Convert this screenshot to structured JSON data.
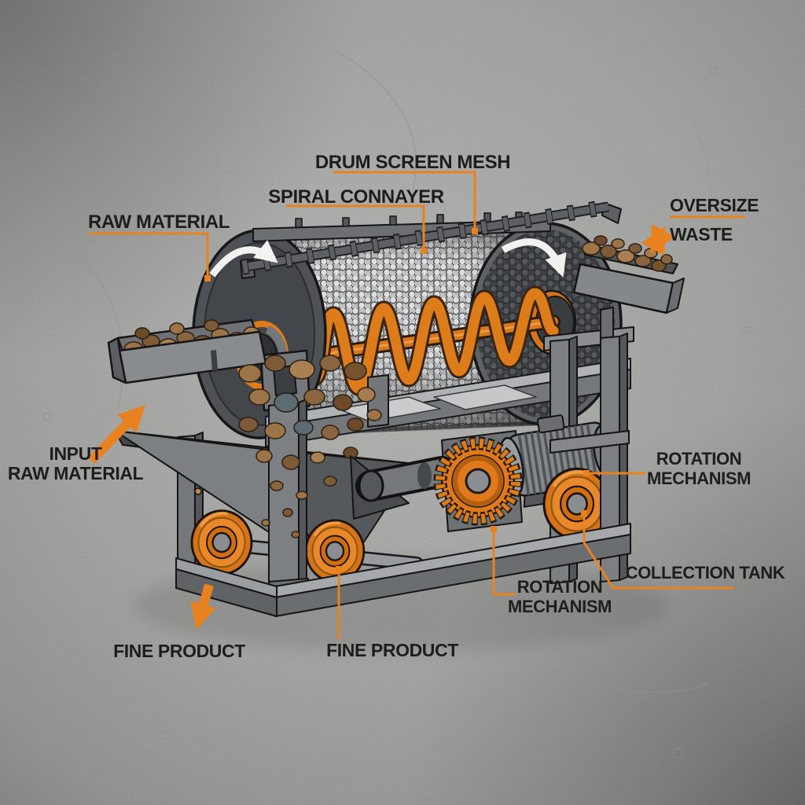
{
  "diagram": {
    "labels": {
      "drum_screen_mesh": "DRUM SCREEN MESH",
      "spiral_conveyor": "SPIRAL CONNAYER",
      "raw_material": "RAW MATERIAL",
      "oversize_waste": {
        "line1": "OVERSIZE",
        "line2": "WASTE"
      },
      "input_raw_material": {
        "line1": "INPUT",
        "line2": "RAW MATERIAL"
      },
      "fine_product_left": "FINE PRODUCT",
      "fine_product_center": "FINE PRODUCT",
      "rotation_mechanism_bottom": {
        "line1": "ROTATION",
        "line2": "MECHANISM"
      },
      "rotation_mechanism_right": {
        "line1": "ROTATION",
        "line2": "MECHANISM"
      },
      "collection_tank": "COLLECTION TANK"
    },
    "icons": {
      "drum_rotation_left": "curved-rotation-arrow",
      "drum_rotation_right": "curved-rotation-arrow",
      "input_flow": "thick-arrow-up-right",
      "fine_product_flow": "thick-arrow-down",
      "oversize_flow": "double-headed-arrow-diagonal"
    },
    "colors": {
      "accent_orange": "#E8811F",
      "label_text": "#1D1D1D",
      "background_concrete": "#B2B2B0",
      "machine_gray": "#8B8E91",
      "machine_dark_gray": "#4B4E51",
      "rock_brown": "#9C7448"
    }
  }
}
